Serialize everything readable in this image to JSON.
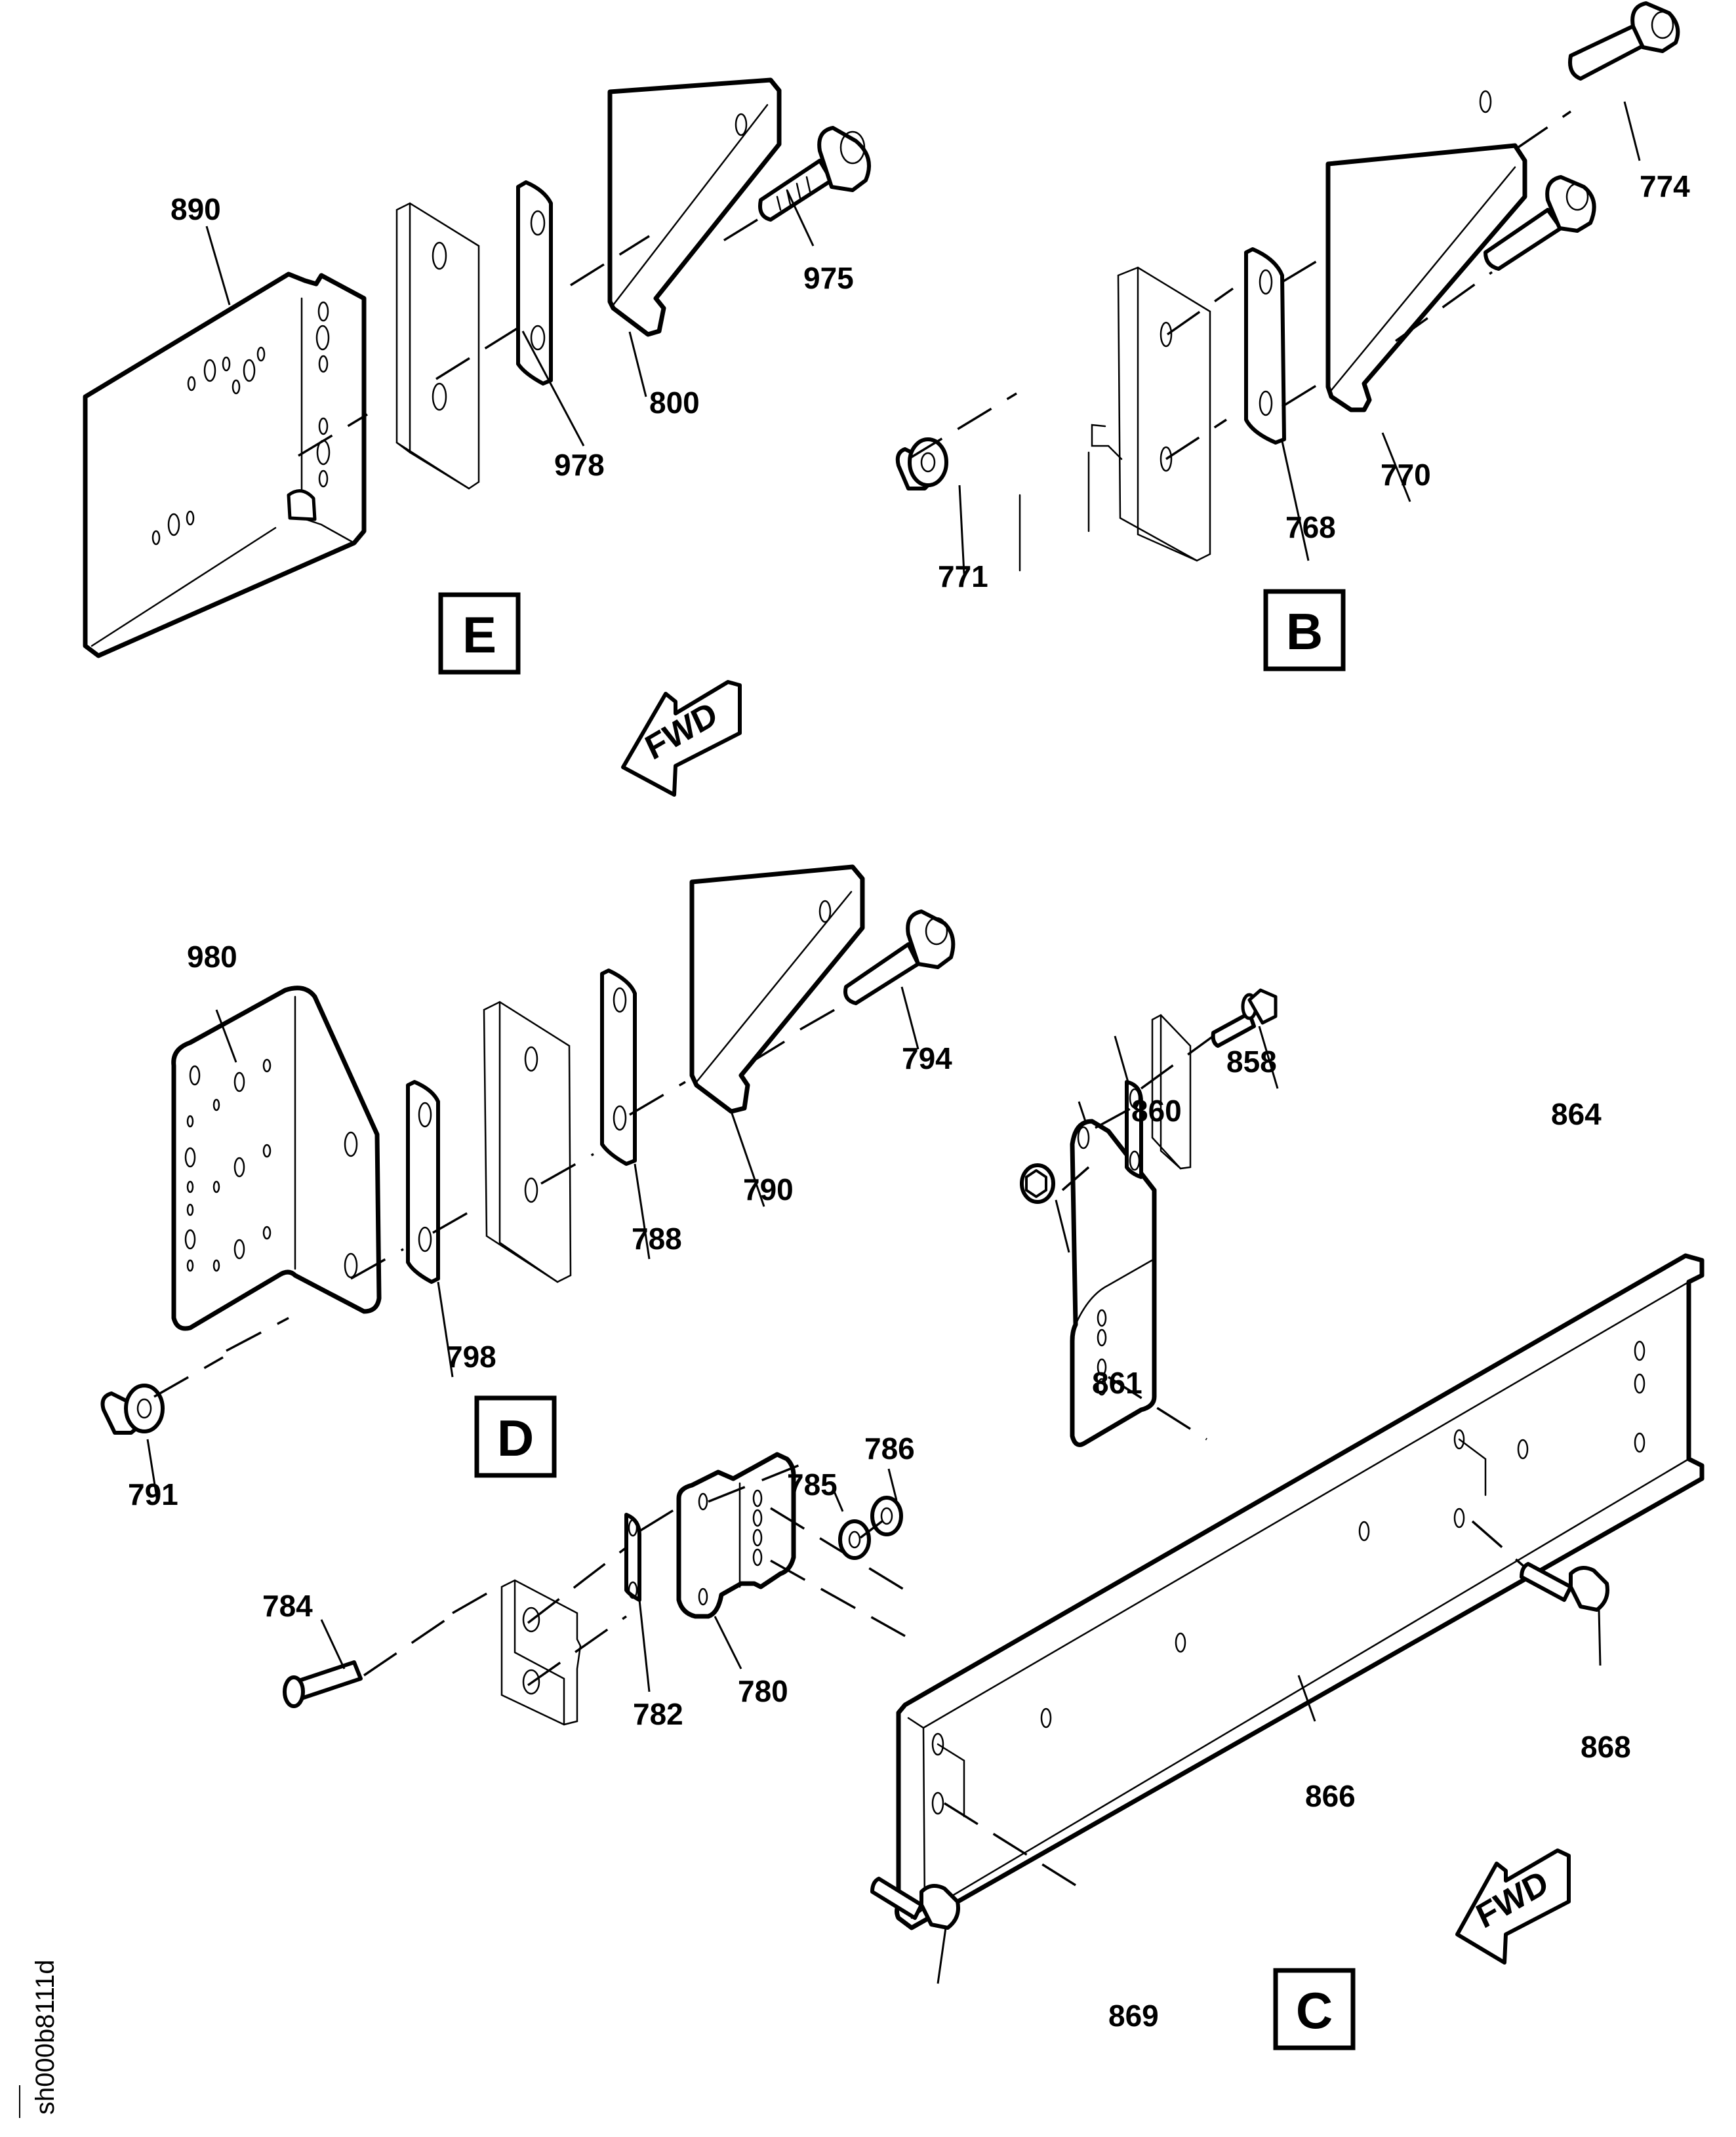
{
  "drawing": {
    "type": "exploded-parts-diagram",
    "document_id": "sh000b8111d",
    "direction_indicator": "FWD",
    "views": [
      {
        "id": "E",
        "label": "E",
        "callouts": [
          {
            "number": "890",
            "part": "mounting-plate"
          },
          {
            "number": "978",
            "part": "shim-strip"
          },
          {
            "number": "800",
            "part": "angle-bracket"
          },
          {
            "number": "975",
            "part": "bolt"
          }
        ]
      },
      {
        "id": "B",
        "label": "B",
        "callouts": [
          {
            "number": "774",
            "part": "bolt"
          },
          {
            "number": "770",
            "part": "angle-bracket"
          },
          {
            "number": "768",
            "part": "shim-strip"
          },
          {
            "number": "771",
            "part": "nut"
          }
        ]
      },
      {
        "id": "D",
        "label": "D",
        "callouts": [
          {
            "number": "980",
            "part": "mounting-plate"
          },
          {
            "number": "794",
            "part": "bolt"
          },
          {
            "number": "790",
            "part": "angle-bracket"
          },
          {
            "number": "788",
            "part": "shim-strip"
          },
          {
            "number": "798",
            "part": "shim-strip"
          },
          {
            "number": "791",
            "part": "nut"
          }
        ]
      },
      {
        "id": "C",
        "label": "C",
        "callouts": [
          {
            "number": "858",
            "part": "shim-strip"
          },
          {
            "number": "860",
            "part": "bracket"
          },
          {
            "number": "864",
            "part": "bolt"
          },
          {
            "number": "861",
            "part": "nut"
          },
          {
            "number": "866",
            "part": "channel-beam"
          },
          {
            "number": "868",
            "part": "bolt"
          },
          {
            "number": "869",
            "part": "bolt"
          },
          {
            "number": "786",
            "part": "nut"
          },
          {
            "number": "785",
            "part": "washer"
          },
          {
            "number": "780",
            "part": "bracket"
          },
          {
            "number": "782",
            "part": "shim-strip"
          },
          {
            "number": "784",
            "part": "screw"
          }
        ]
      }
    ]
  },
  "labels": {
    "E": "E",
    "B": "B",
    "D": "D",
    "C": "C",
    "fwd_top": "FWD",
    "fwd_bottom": "FWD",
    "doc_id": "sh000b8111d",
    "c890": "890",
    "c978": "978",
    "c800": "800",
    "c975": "975",
    "c774": "774",
    "c770": "770",
    "c768": "768",
    "c771": "771",
    "c980": "980",
    "c794": "794",
    "c790": "790",
    "c788": "788",
    "c798": "798",
    "c791": "791",
    "c858": "858",
    "c860": "860",
    "c864": "864",
    "c861": "861",
    "c866": "866",
    "c868": "868",
    "c869": "869",
    "c786": "786",
    "c785": "785",
    "c780": "780",
    "c782": "782",
    "c784": "784"
  }
}
